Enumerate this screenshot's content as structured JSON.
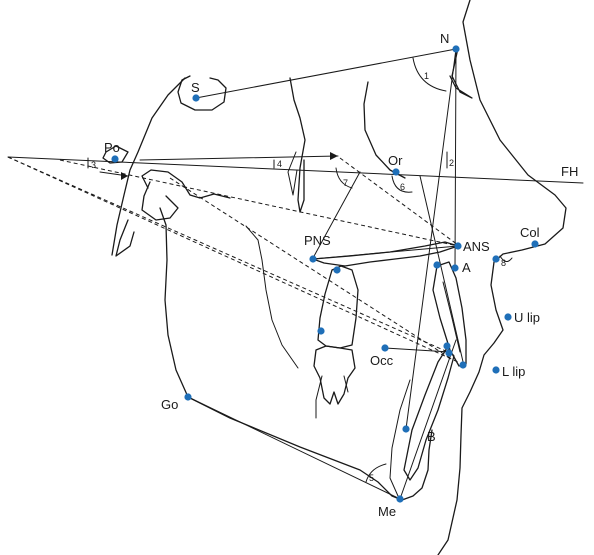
{
  "landmark_color": "#1f6fb8",
  "landmarks": [
    {
      "id": "N",
      "label": "N"
    },
    {
      "id": "S",
      "label": "S"
    },
    {
      "id": "Po",
      "label": "Po"
    },
    {
      "id": "Or",
      "label": "Or"
    },
    {
      "id": "PNS",
      "label": "PNS"
    },
    {
      "id": "ANS",
      "label": "ANS"
    },
    {
      "id": "A",
      "label": "A"
    },
    {
      "id": "Col",
      "label": "Col"
    },
    {
      "id": "Ulip",
      "label": "U lip"
    },
    {
      "id": "Occ",
      "label": "Occ"
    },
    {
      "id": "Llip",
      "label": "L lip"
    },
    {
      "id": "Go",
      "label": "Go"
    },
    {
      "id": "B",
      "label": "B"
    },
    {
      "id": "Me",
      "label": "Me"
    }
  ],
  "planes": [
    {
      "id": "FH",
      "label": "FH"
    }
  ],
  "angles": [
    "1",
    "2",
    "3",
    "4",
    "5",
    "6",
    "7",
    "8"
  ]
}
